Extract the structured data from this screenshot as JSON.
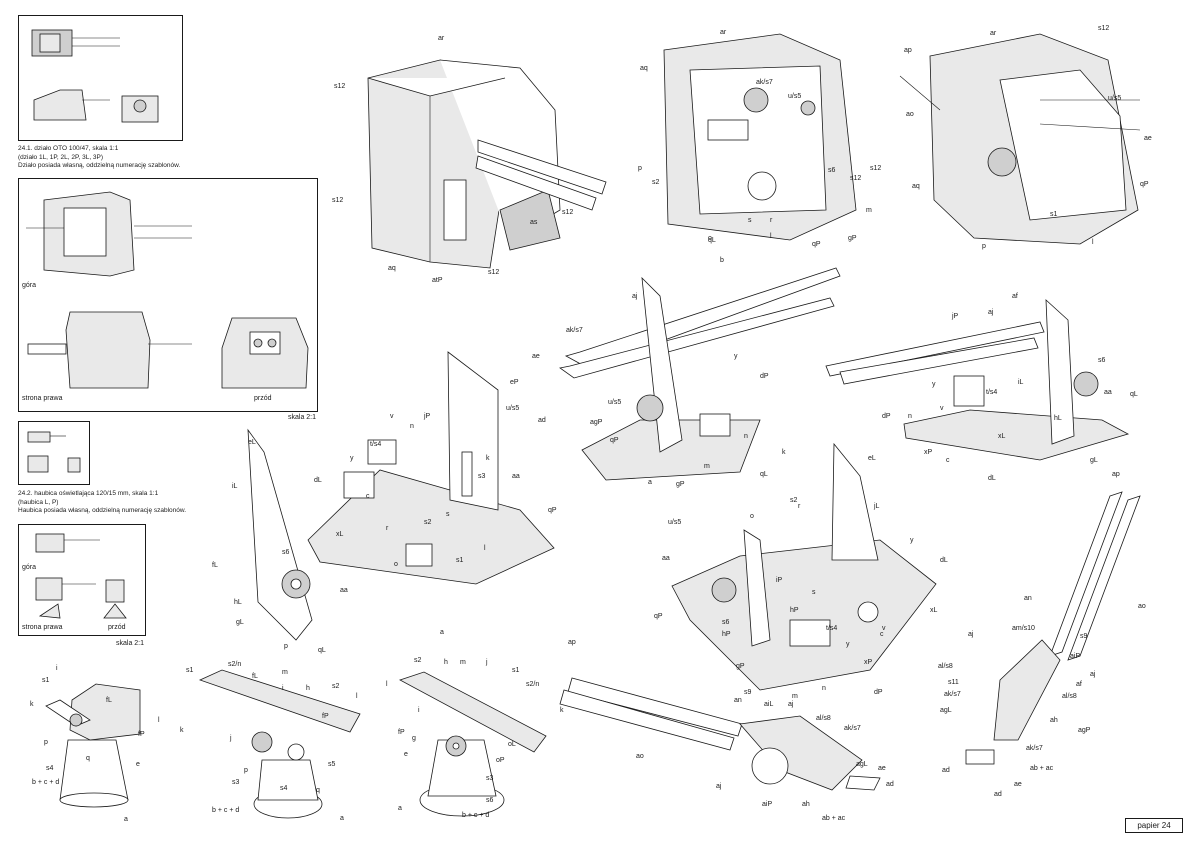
{
  "page_label": "papier 24",
  "section1": {
    "caption_lines": [
      "24.1. działo OTO 100/47, skala 1:1",
      "(działo 1L, 1P, 2L, 2P, 3L, 3P)",
      "Działo posiada własną, oddzielną numerację szablonów."
    ],
    "view_labels": {
      "top": "góra",
      "right_side": "strona prawa",
      "front": "przód"
    },
    "scale": "skala 2:1"
  },
  "section2": {
    "caption_lines": [
      "24.2. haubica oświetlająca 120/15 mm, skala 1:1",
      "(haubica L, P)",
      "Haubica posiada własną, oddzielną numerację szablonów."
    ],
    "view_labels": {
      "top": "góra",
      "right_side": "strona prawa",
      "front": "przód"
    },
    "scale": "skala 2:1"
  },
  "callouts": {
    "turret_front": [
      "ar",
      "s12",
      "s12",
      "s12",
      "s12",
      "aq",
      "atP",
      "as"
    ],
    "turret_open": [
      "ar",
      "aq",
      "ak/s7",
      "u/s5",
      "p",
      "s2",
      "s6",
      "s12",
      "m",
      "s",
      "r",
      "qL",
      "o",
      "b",
      "l",
      "qP",
      "gP"
    ],
    "turret_rear": [
      "ar",
      "s12",
      "ap",
      "ao",
      "u/s5",
      "ae",
      "aq",
      "s12",
      "qP",
      "s1",
      "p",
      "l"
    ],
    "mount_left": [
      "eP",
      "u/s5",
      "v",
      "jP",
      "t/s4",
      "n",
      "y",
      "k",
      "dL",
      "s3",
      "aa",
      "c",
      "r",
      "s2",
      "xL",
      "s",
      "qP",
      "o",
      "s1",
      "l",
      "a",
      "eL",
      "iL",
      "fL",
      "s6",
      "hL",
      "aa",
      "gL",
      "p",
      "qL"
    ],
    "mount_center": [
      "aj",
      "ak/s7",
      "ae",
      "y",
      "ad",
      "u/s5",
      "dP",
      "agP",
      "n",
      "qP",
      "m",
      "a",
      "gP"
    ],
    "mount_right": [
      "jP",
      "aj",
      "af",
      "s6",
      "iL",
      "aa",
      "v",
      "y",
      "qL",
      "n",
      "t/s4",
      "dP",
      "hL",
      "xP",
      "xL",
      "c",
      "gL",
      "dL"
    ],
    "mount_lower": [
      "eL",
      "qL",
      "k",
      "s2",
      "o",
      "jL",
      "r",
      "u/s5",
      "y",
      "dL",
      "aa",
      "iP",
      "s",
      "xL",
      "qP",
      "hP",
      "t/s4",
      "v",
      "s6",
      "hP",
      "c",
      "gP",
      "m",
      "n",
      "xP",
      "y",
      "dP"
    ],
    "barrels_vertical": [
      "ap",
      "an",
      "ao",
      "aj",
      "am/s10",
      "s9",
      "aiP",
      "al/s8",
      "aj",
      "af",
      "s11",
      "al/s8",
      "ak/s7",
      "ah",
      "agL",
      "agP",
      "ak/s7",
      "ab + ac",
      "ad",
      "ae",
      "ad"
    ],
    "barrels_horizontal": [
      "ap",
      "an",
      "s9",
      "aiL",
      "aj",
      "al/s8",
      "ak/s7",
      "agL",
      "ae",
      "ao",
      "aj",
      "aiP",
      "ah",
      "ad",
      "ab + ac"
    ],
    "howitzer_1": [
      "i",
      "s1",
      "k",
      "fL",
      "l",
      "fP",
      "p",
      "q",
      "e",
      "s4",
      "b + c + d",
      "a"
    ],
    "howitzer_2": [
      "s2/n",
      "s1",
      "m",
      "fL",
      "h",
      "s2",
      "k",
      "i",
      "j",
      "l",
      "fP",
      "p",
      "s5",
      "s3",
      "s4",
      "q",
      "b + c + d",
      "a"
    ],
    "howitzer_3": [
      "s2",
      "h",
      "m",
      "j",
      "s1",
      "l",
      "s2/n",
      "fP",
      "i",
      "g",
      "k",
      "oL",
      "e",
      "oP",
      "s3",
      "s6",
      "a",
      "b + c + d"
    ]
  }
}
